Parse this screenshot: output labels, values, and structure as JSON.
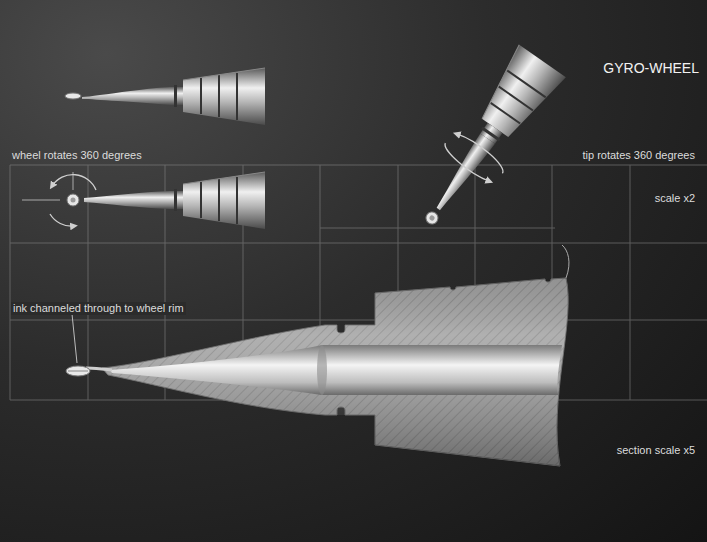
{
  "diagram": {
    "title": "GYRO-WHEEL",
    "labels": [
      "wheel rotates 360 degrees",
      "tip rotates 360 degrees",
      "scale x2",
      "ink channeled through to wheel rim",
      "section scale x5"
    ]
  }
}
